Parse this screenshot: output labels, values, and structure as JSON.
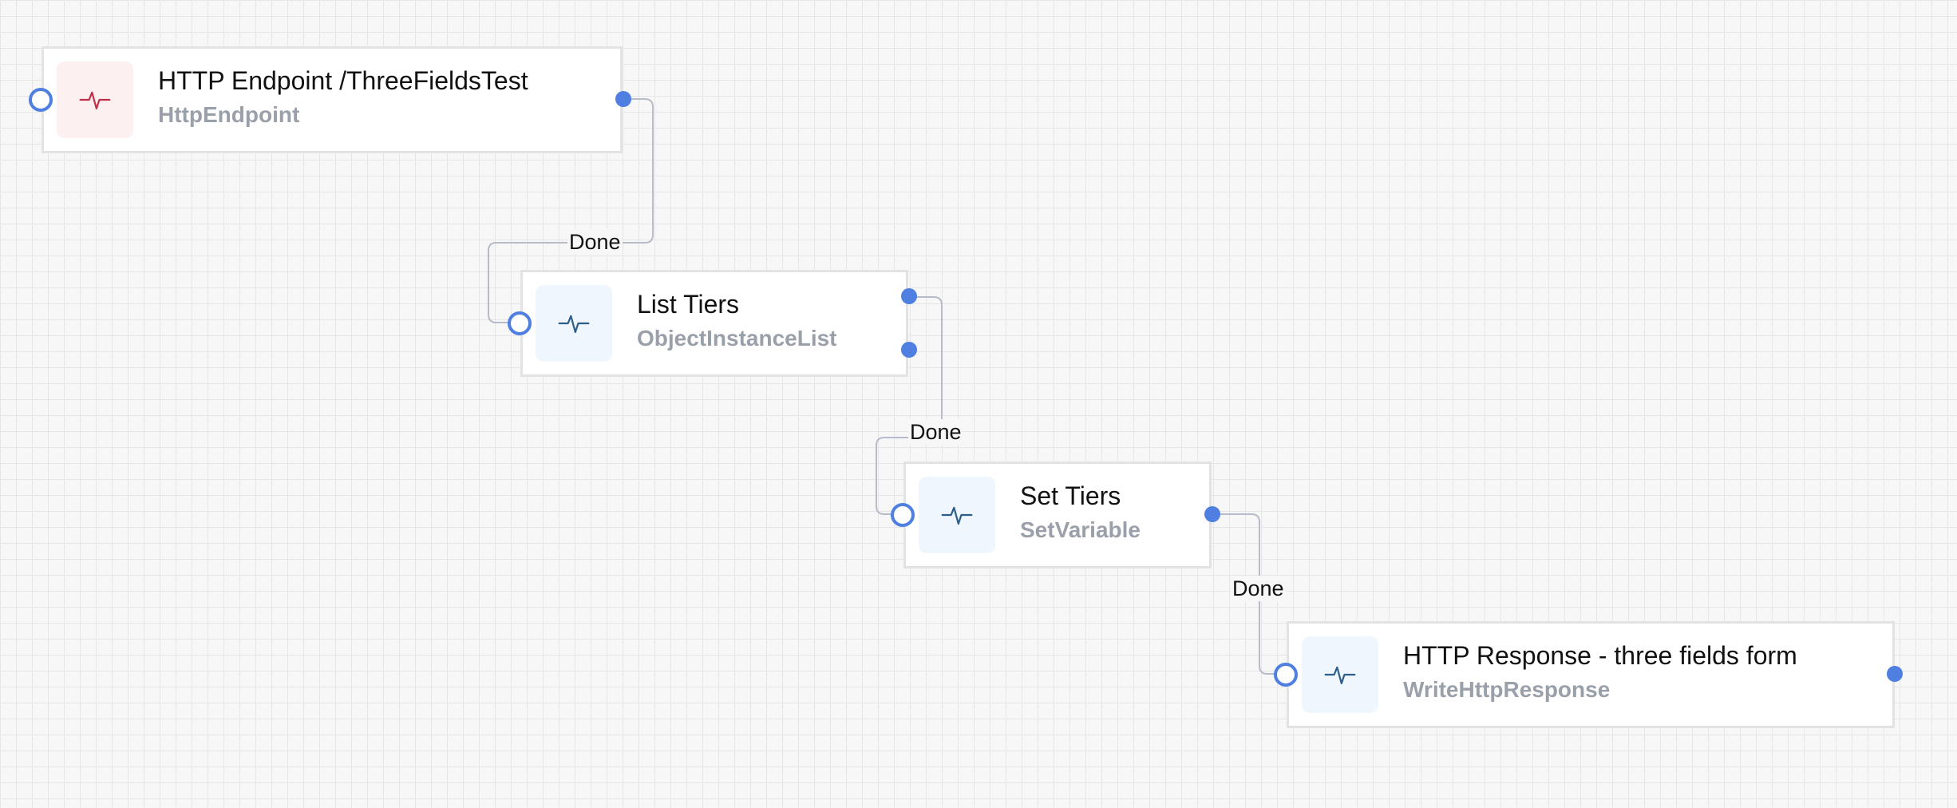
{
  "canvas": {
    "background": "#f7f7f7",
    "grid_color": "#e6e6e6"
  },
  "colors": {
    "port": "#4f7fe0",
    "edge": "#b8bcc8",
    "trigger_icon": "#c0304a",
    "activity_icon": "#2d5f8a"
  },
  "nodes": [
    {
      "id": "http-endpoint",
      "title": "HTTP Endpoint /ThreeFieldsTest",
      "subtitle": "HttpEndpoint",
      "icon": "activity-pulse-icon",
      "kind": "trigger"
    },
    {
      "id": "list-tiers",
      "title": "List Tiers",
      "subtitle": "ObjectInstanceList",
      "icon": "activity-pulse-icon",
      "kind": "activity"
    },
    {
      "id": "set-tiers",
      "title": "Set Tiers",
      "subtitle": "SetVariable",
      "icon": "activity-pulse-icon",
      "kind": "activity"
    },
    {
      "id": "http-response",
      "title": "HTTP Response - three fields form",
      "subtitle": "WriteHttpResponse",
      "icon": "activity-pulse-icon",
      "kind": "activity"
    }
  ],
  "edges": [
    {
      "from": "http-endpoint",
      "to": "list-tiers",
      "label": "Done"
    },
    {
      "from": "list-tiers",
      "to": "set-tiers",
      "label": "Done"
    },
    {
      "from": "set-tiers",
      "to": "http-response",
      "label": "Done"
    }
  ]
}
